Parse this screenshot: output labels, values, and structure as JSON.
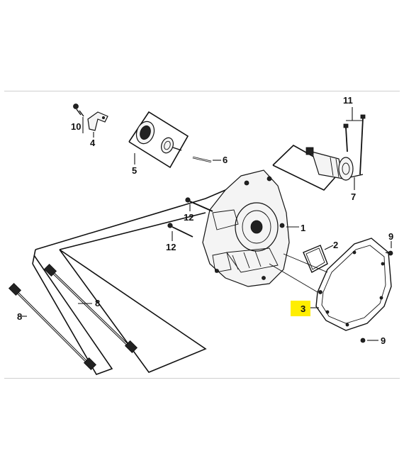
{
  "diagram": {
    "callouts": [
      {
        "id": "c1",
        "label": "1"
      },
      {
        "id": "c2",
        "label": "2"
      },
      {
        "id": "c3",
        "label": "3",
        "highlighted": true
      },
      {
        "id": "c4",
        "label": "4"
      },
      {
        "id": "c5",
        "label": "5"
      },
      {
        "id": "c6",
        "label": "6"
      },
      {
        "id": "c7",
        "label": "7"
      },
      {
        "id": "c8a",
        "label": "8"
      },
      {
        "id": "c8b",
        "label": "8"
      },
      {
        "id": "c9a",
        "label": "9"
      },
      {
        "id": "c9b",
        "label": "9"
      },
      {
        "id": "c10",
        "label": "10"
      },
      {
        "id": "c11",
        "label": "11"
      },
      {
        "id": "c12a",
        "label": "12"
      },
      {
        "id": "c12b",
        "label": "12"
      }
    ],
    "highlight_color": "#ffee00",
    "line_color": "#111111"
  }
}
